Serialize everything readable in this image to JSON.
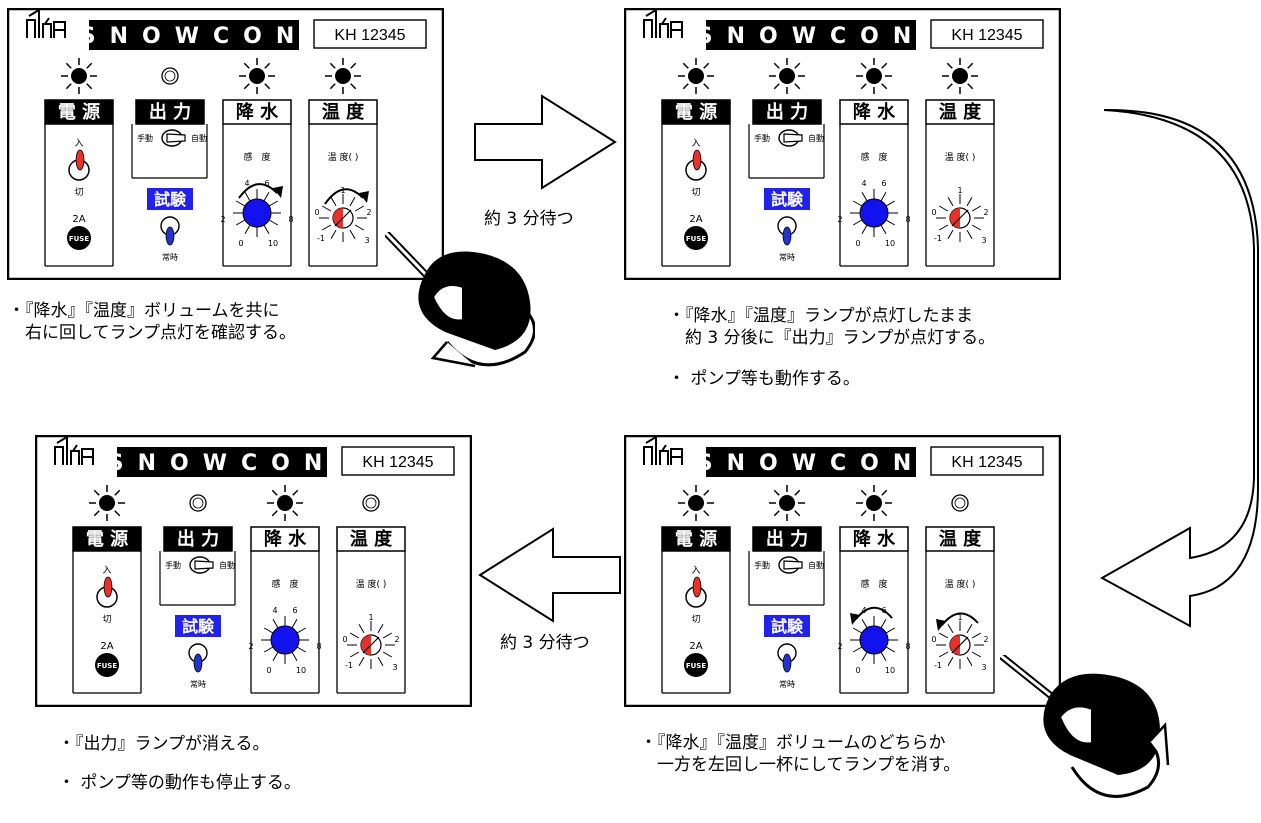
{
  "panel": {
    "brand": "SNOWCON",
    "model": "KH 12345",
    "sec_power": "電 源",
    "sec_output": "出 力",
    "sec_rain": "降 水",
    "sec_temp": "温 度",
    "switch_on": "入",
    "switch_off": "切",
    "fuse_rating": "2A",
    "fuse": "FUSE",
    "manual": "手動",
    "auto": "自動",
    "test": "試験",
    "normal": "常時",
    "sensitivity": "感　度",
    "temp_label": "温 度(   )",
    "rain_ticks": [
      "4",
      "6",
      "2",
      "8",
      "0",
      "10"
    ],
    "temp_ticks": [
      "1",
      "0",
      "2",
      "-1",
      "3"
    ]
  },
  "panels": [
    {
      "id": "top-left",
      "lamps": [
        "on",
        "off",
        "on",
        "on"
      ]
    },
    {
      "id": "top-right",
      "lamps": [
        "on",
        "on",
        "on",
        "on"
      ]
    },
    {
      "id": "bottom-left",
      "lamps": [
        "on",
        "off",
        "on",
        "off"
      ]
    },
    {
      "id": "bottom-right",
      "lamps": [
        "on",
        "on",
        "on",
        "off"
      ]
    }
  ],
  "wait_label": "約 3 分待つ",
  "captions": {
    "top_left": "・『降水』『温度』ボリュームを共に\n　右に回してランプ点灯を確認する。",
    "top_right_1": "・『降水』『温度』ランプが点灯したまま\n　約 3 分後に『出力』ランプが点灯する。",
    "top_right_2": "・ ポンプ等も動作する。",
    "bottom_left_1": "・『出力』ランプが消える。",
    "bottom_left_2": "・ ポンプ等の動作も停止する。",
    "bottom_right": "・『降水』『温度』ボリュームのどちらか\n　一方を左回し一杯にしてランプを消す。"
  }
}
